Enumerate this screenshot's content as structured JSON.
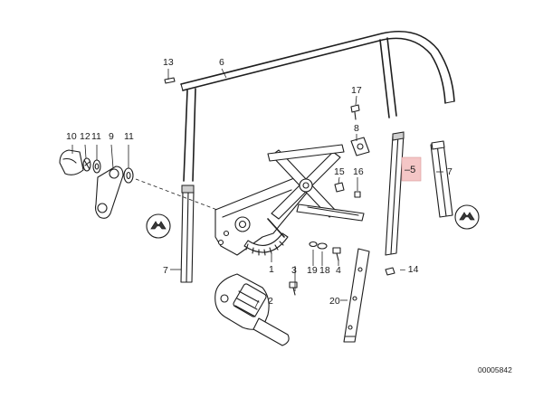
{
  "diagram": {
    "highlight_color": "#f4c6c6",
    "part_number_code": "00005842",
    "labels": {
      "p13": "13",
      "p6": "6",
      "p17": "17",
      "p10": "10",
      "p12": "12",
      "p11a": "11",
      "p9": "9",
      "p11b": "11",
      "p8": "8",
      "p15": "15",
      "p16": "16",
      "p5": "–5",
      "p7a": "7",
      "p7b": "7",
      "p1": "1",
      "p3": "3",
      "p19": "19",
      "p18": "18",
      "p4": "4",
      "p14": "– 14",
      "p2": "2",
      "p20": "20"
    }
  }
}
